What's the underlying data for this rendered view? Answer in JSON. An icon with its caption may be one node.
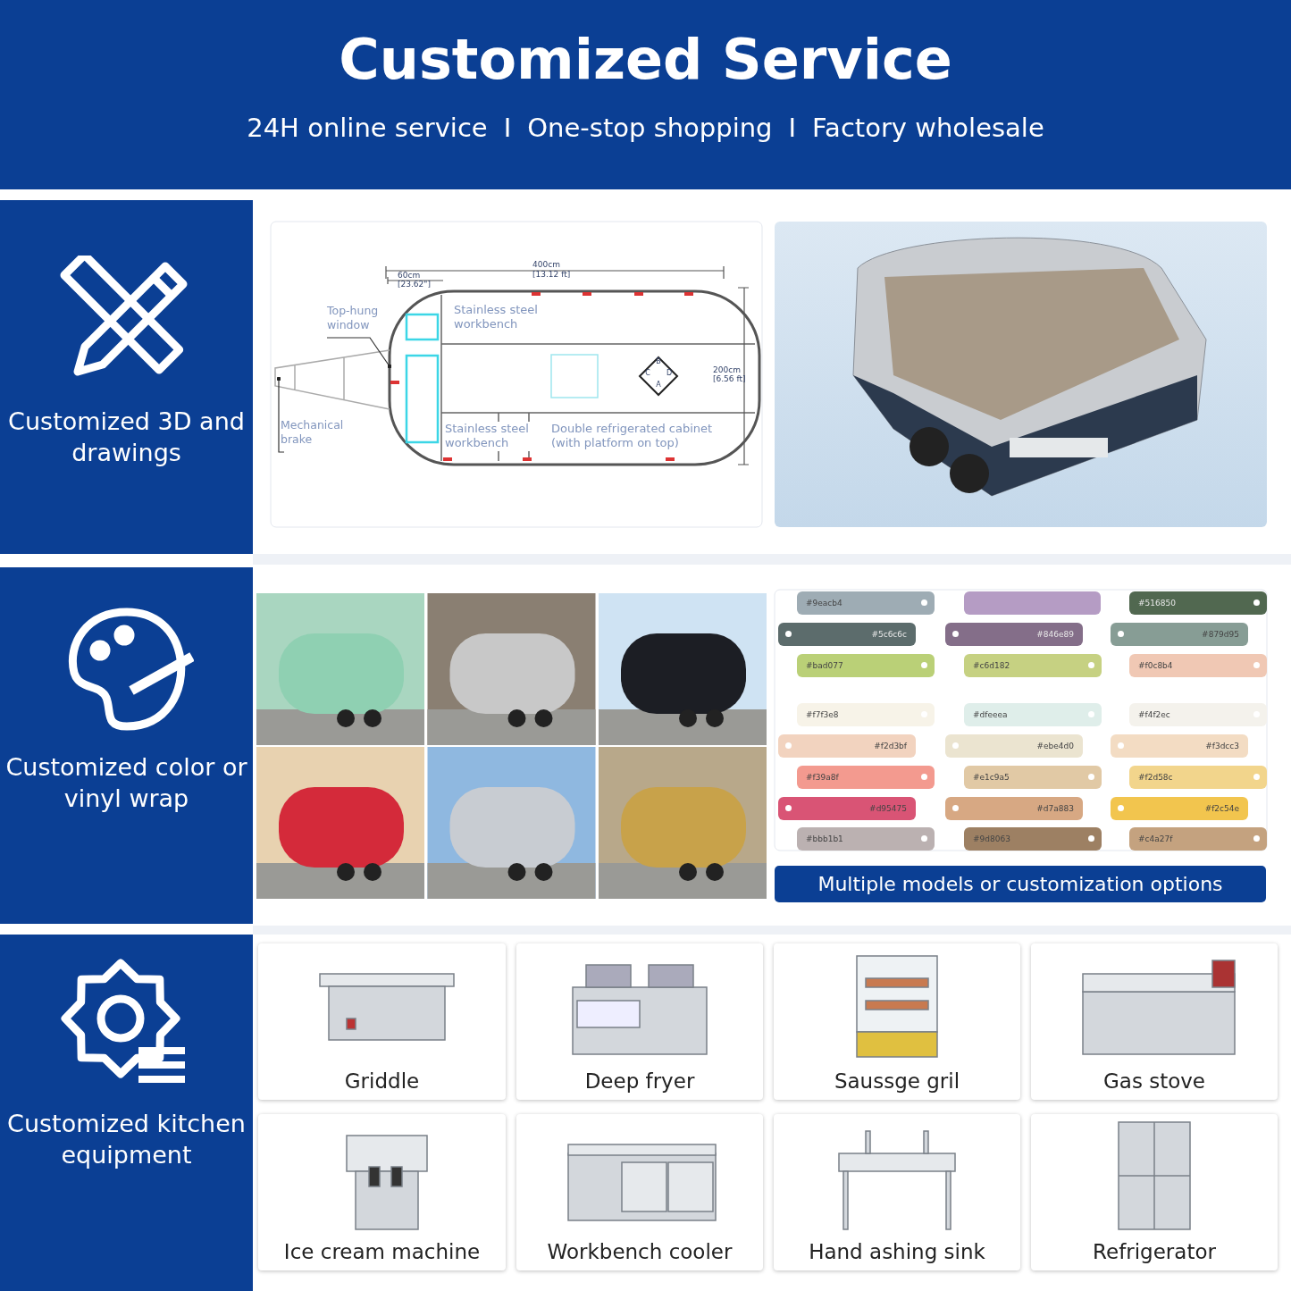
{
  "diagram": {
    "title": "Customized Service",
    "nodes": [
      {
        "text": [
          "Customized 3D and drawings"
        ]
      },
      {
        "text": [
          "Customized color or vinyl wrap"
        ]
      },
      {
        "text": [
          "Customized kitchen equipment"
        ]
      },
      {
        "text": [
          "Top-hung window"
        ]
      },
      {
        "text": [
          "Mechanical brake"
        ]
      },
      {
        "text": [
          "Multiple models or customization options"
        ]
      },
      {
        "text": [
          "Griddle"
        ]
      },
      {
        "text": [
          "Deep fryer"
        ]
      },
      {
        "text": [
          "Saussge gril"
        ]
      },
      {
        "text": [
          "Gas stove"
        ]
      },
      {
        "text": [
          "Ice cream machine"
        ]
      },
      {
        "text": [
          "Workbench cooler"
        ]
      },
      {
        "text": [
          "Hand ashing sink"
        ]
      },
      {
        "text": [
          "Refrigerator"
        ]
      },
      {
        "text": [],
        "shape": "picture"
      }
    ],
    "edges": [
      {
        "from": 3,
        "to": 14,
        "arrow": "other"
      },
      {
        "from": 4,
        "to": 14,
        "arrow": "other"
      }
    ],
    "labels": [
      "24H online service",
      "I",
      "One-stop shopping",
      "I",
      "Factory wholesale",
      "400cm",
      "60cm",
      "[13.12 ft]",
      "[23.62\"]",
      "Stainless steel workbench",
      "B",
      "C",
      "D",
      "A",
      "200cm",
      "[6.56 ft]",
      "Stainless steel workbench",
      "Double refrigerated cabinet (with platform on top)"
    ],
    "legend": [
      {
        "text": "#9eacb4",
        "color": "#9eacb4"
      },
      {
        "text": "#516850",
        "color": "#516850"
      },
      {
        "text": "#5c6c6c",
        "color": "#5c6c6c"
      },
      {
        "text": "#846e89",
        "color": "#846e89"
      },
      {
        "text": "#879d95",
        "color": "#879d95"
      },
      {
        "text": "#bad077",
        "color": "#bad077"
      },
      {
        "text": "#c6d182",
        "color": "#c6d182"
      },
      {
        "text": "#f0c8b4",
        "color": "#f0c8b4"
      },
      {
        "text": "#f7f3e8",
        "color": "#f7f3e8"
      },
      {
        "text": "#dfeeea",
        "color": "#dfeeea"
      },
      {
        "text": "#f4f2ec",
        "color": "#f4f2ec"
      },
      {
        "text": "#f2d3bf",
        "color": "#f2d3bf"
      },
      {
        "text": "#ebe4d0",
        "color": "#ebe4d0"
      },
      {
        "text": "#f3dcc3",
        "color": "#f3dcc3"
      },
      {
        "text": "#f39a8f",
        "color": "#f39a8f"
      },
      {
        "text": "#e1c9a5",
        "color": "#e1c9a5"
      },
      {
        "text": "#f2d58c",
        "color": "#f2d58c"
      },
      {
        "text": "#d95475",
        "color": "#d95475"
      },
      {
        "text": "#d7a883",
        "color": "#d7a883"
      },
      {
        "text": "#f2c54e",
        "color": "#f2c54e"
      },
      {
        "text": "#bbb1b1",
        "color": "#bbb1b1"
      },
      {
        "text": "#9d8063",
        "color": "#9d8063"
      },
      {
        "text": "#c4a27f",
        "color": "#c4a27f"
      }
    ]
  }
}
